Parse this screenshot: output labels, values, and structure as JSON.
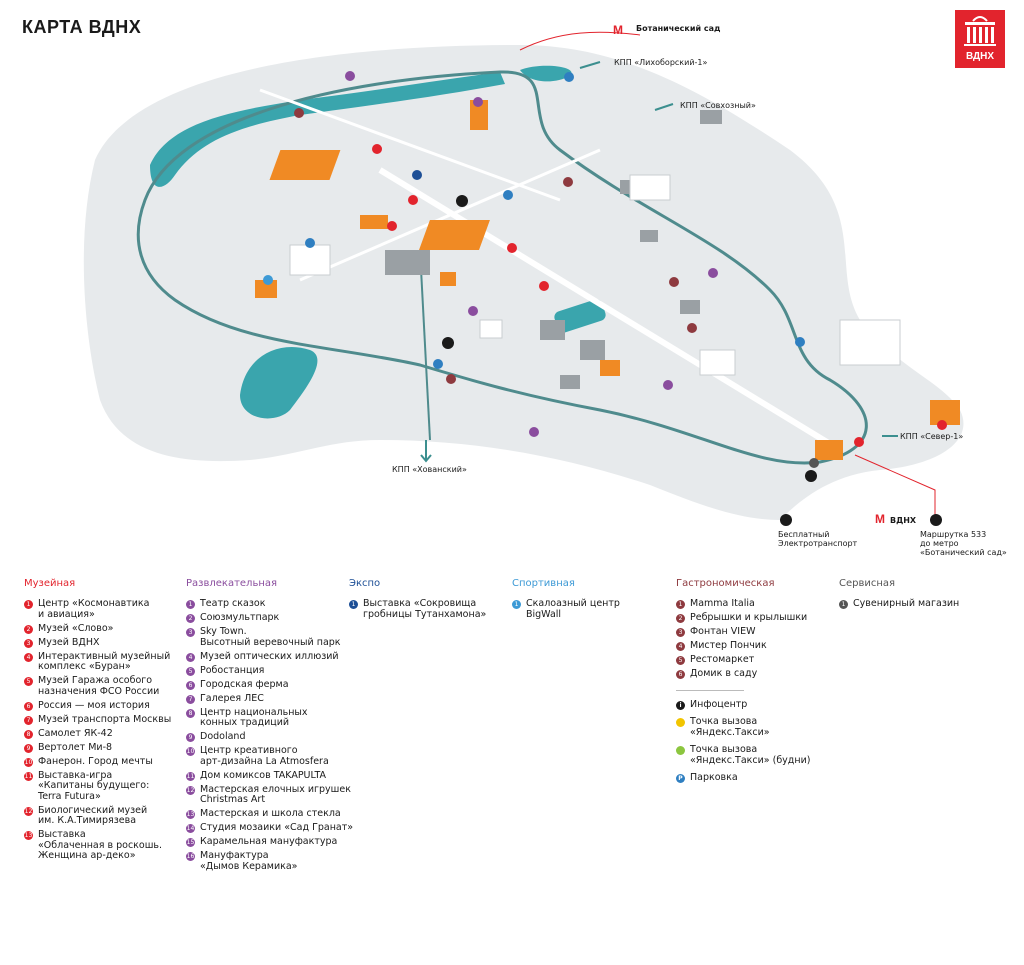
{
  "title": "КАРТА ВДНХ",
  "logo": {
    "text": "ВДНХ",
    "color": "#e2242d"
  },
  "colors": {
    "museum": "#e2242d",
    "entertainment": "#8a4d9e",
    "expo": "#1d4f96",
    "sport": "#3d9ad6",
    "food": "#8e3a3f",
    "service": "#555555",
    "water": "#3aa5ad",
    "road": "#4f8b8d",
    "land": "#e7eaec"
  },
  "map": {
    "metro_label": "Ботанический сад",
    "vdnh_metro_label": "ВДНХ",
    "gates": [
      {
        "label": "КПП «Лихоборский-1»"
      },
      {
        "label": "КПП «Совхозный»"
      },
      {
        "label": "КПП «Хованский»"
      },
      {
        "label": "КПП «Север-1»"
      }
    ],
    "transport": [
      {
        "label": "Бесплатный\nЭлектротранспорт"
      },
      {
        "label": "Маршрутка 533\nдо метро\n«Ботанический сад»"
      }
    ]
  },
  "legend": {
    "museum": {
      "title": "Музейная",
      "items": [
        {
          "n": "1",
          "text": "Центр «Космонавтика\nи авиация»"
        },
        {
          "n": "2",
          "text": "Музей «Слово»"
        },
        {
          "n": "3",
          "text": "Музей ВДНХ"
        },
        {
          "n": "4",
          "text": "Интерактивный музейный\nкомплекс «Буран»"
        },
        {
          "n": "5",
          "text": "Музей Гаража особого\nназначения ФСО России"
        },
        {
          "n": "6",
          "text": "Россия — моя история"
        },
        {
          "n": "7",
          "text": "Музей транспорта Москвы"
        },
        {
          "n": "8",
          "text": "Самолет ЯК-42"
        },
        {
          "n": "9",
          "text": "Вертолет Ми-8"
        },
        {
          "n": "10",
          "text": "Фанерон. Город мечты"
        },
        {
          "n": "11",
          "text": "Выставка-игра\n«Капитаны будущего:\nTerra Futura»"
        },
        {
          "n": "12",
          "text": "Биологический музей\nим. К.А.Тимирязева"
        },
        {
          "n": "13",
          "text": "Выставка\n«Облаченная в роскошь.\nЖенщина ар-деко»"
        }
      ]
    },
    "entertainment": {
      "title": "Развлекательная",
      "items": [
        {
          "n": "1",
          "text": "Театр сказок"
        },
        {
          "n": "2",
          "text": "Союзмультпарк"
        },
        {
          "n": "3",
          "text": "Sky Town.\nВысотный веревочный парк"
        },
        {
          "n": "4",
          "text": "Музей оптических иллюзий"
        },
        {
          "n": "5",
          "text": "Робостанция"
        },
        {
          "n": "6",
          "text": "Городская ферма"
        },
        {
          "n": "7",
          "text": "Галерея ЛЕС"
        },
        {
          "n": "8",
          "text": "Центр национальных\nконных традиций"
        },
        {
          "n": "9",
          "text": "Dodoland"
        },
        {
          "n": "10",
          "text": "Центр креативного\nарт-дизайна La Atmosfera"
        },
        {
          "n": "11",
          "text": "Дом комиксов TAKAPULTA"
        },
        {
          "n": "12",
          "text": "Мастерская елочных игрушек\nChristmas Art"
        },
        {
          "n": "13",
          "text": "Мастерская и школа стекла"
        },
        {
          "n": "14",
          "text": "Студия мозаики «Сад Гранат»"
        },
        {
          "n": "15",
          "text": "Карамельная мануфактура"
        },
        {
          "n": "16",
          "text": "Мануфактура\n«Дымов Керамика»"
        }
      ]
    },
    "expo": {
      "title": "Экспо",
      "items": [
        {
          "n": "1",
          "text": "Выставка «Сокровища\nгробницы Тутанхамона»"
        }
      ]
    },
    "sport": {
      "title": "Спортивная",
      "items": [
        {
          "n": "1",
          "text": "Скалоазный центр\nBigWall"
        }
      ]
    },
    "food": {
      "title": "Гастрономическая",
      "items": [
        {
          "n": "1",
          "text": "Mamma Italia"
        },
        {
          "n": "2",
          "text": "Ребрышки и крылышки"
        },
        {
          "n": "3",
          "text": "Фонтан VIEW"
        },
        {
          "n": "4",
          "text": "Мистер Пончик"
        },
        {
          "n": "5",
          "text": "Рестомаркет"
        },
        {
          "n": "6",
          "text": "Домик в саду"
        }
      ],
      "symbols": [
        {
          "icon": "info-icon",
          "text": "Инфоцентр"
        },
        {
          "icon": "taxi-icon",
          "text": "Точка вызова\n«Яндекс.Такси»"
        },
        {
          "icon": "taxi-weekday-icon",
          "text": "Точка вызова\n«Яндекс.Такси» (будни)"
        },
        {
          "icon": "parking-icon",
          "text": "Парковка"
        }
      ]
    },
    "service": {
      "title": "Сервисная",
      "items": [
        {
          "n": "1",
          "text": "Сувенирный магазин"
        }
      ]
    }
  }
}
